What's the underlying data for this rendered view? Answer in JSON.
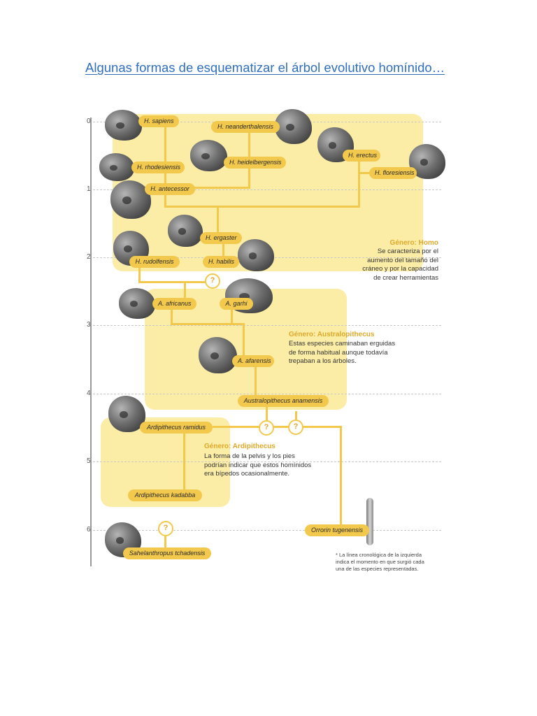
{
  "doc_title": "Algunas formas de esquematizar el árbol evolutivo homínido…",
  "axis_ticks": [
    "0",
    "1",
    "2",
    "3",
    "4",
    "5",
    "6"
  ],
  "species": {
    "sapiens": "H. sapiens",
    "neanderthalensis": "H. neanderthalensis",
    "rhodesiensis": "H. rhodesiensis",
    "heidelbergensis": "H. heidelbergensis",
    "erectus": "H. erectus",
    "floresiensis": "H. floresiensis",
    "antecessor": "H. antecessor",
    "ergaster": "H. ergaster",
    "rudolfensis": "H. rudolfensis",
    "habilis": "H. habilis",
    "africanus": "A. africanus",
    "garhi": "A. garhi",
    "afarensis": "A. afarensis",
    "anamensis": "Australopithecus anamensis",
    "ramidus": "Ardipithecus ramidus",
    "kadabba": "Ardipithecus kadabba",
    "tugenensis": "Orrorin tugenensis",
    "tchadensis": "Sahelanthropus tchadensis"
  },
  "unknown_marker": "?",
  "genera": {
    "homo": {
      "title": "Género: Homo",
      "lines": [
        "Se caracteriza por el",
        "aumento del tamaño del",
        "cráneo y por la capacidad",
        "de crear herramientas"
      ]
    },
    "australopithecus": {
      "title": "Género: Australopithecus",
      "lines": [
        "Estas especies caminaban erguidas",
        "de forma habitual aunque todavía",
        "trepaban a los árboles."
      ]
    },
    "ardipithecus": {
      "title": "Género: Ardipithecus",
      "lines": [
        "La forma de la pelvis y los pies",
        "podrían indicar que estos homínidos",
        "era bípedos ocasionalmente."
      ]
    }
  },
  "footnote": [
    "* La línea cronológica de la izquierda",
    "indica el momento en que surgió cada",
    "una de las especies representadas."
  ]
}
